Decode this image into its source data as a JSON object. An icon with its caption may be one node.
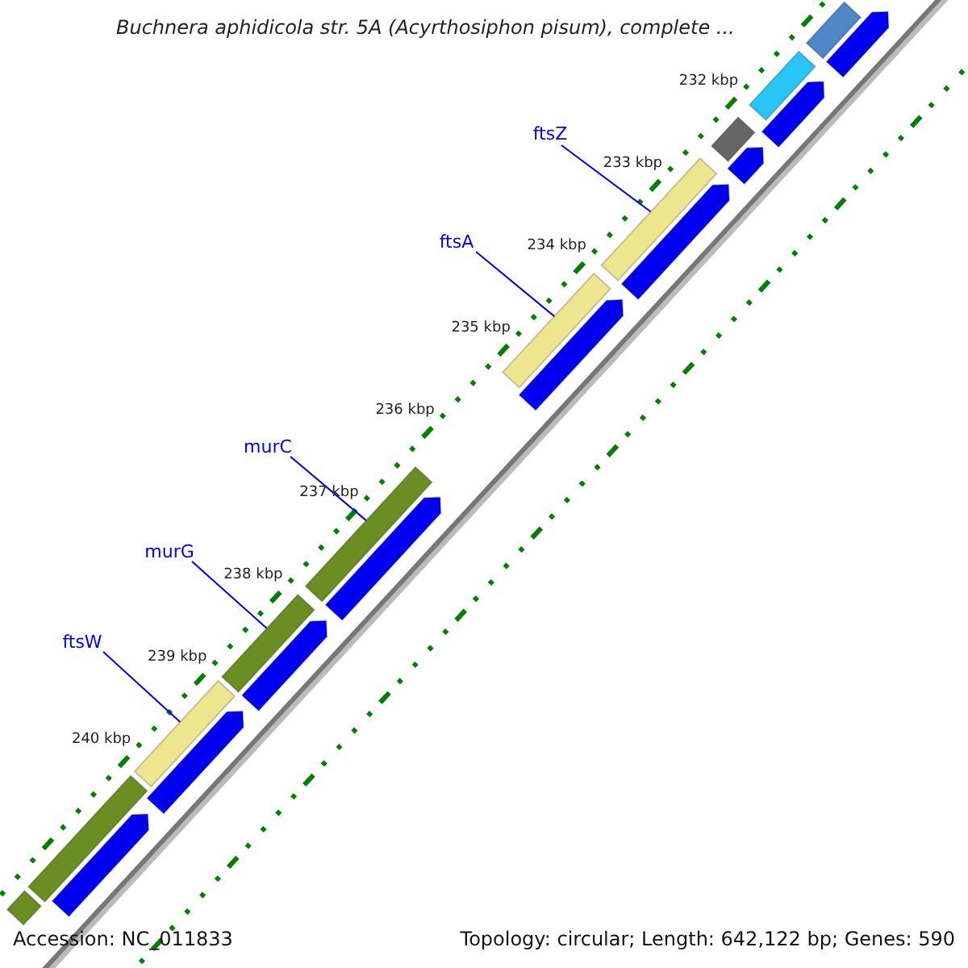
{
  "diagram": {
    "title": "Buchnera aphidicola str. 5A (Acyrthosiphon pisum), complete ...",
    "nodes": [
      {
        "text": [
          "ftsZ"
        ]
      },
      {
        "text": [],
        "shape": "bar"
      },
      {
        "text": [
          "ftsA"
        ]
      },
      {
        "text": [],
        "shape": "bar"
      },
      {
        "text": [
          "murC"
        ]
      },
      {
        "text": [],
        "shape": "bar"
      },
      {
        "text": [
          "murG"
        ]
      },
      {
        "text": [],
        "shape": "bar"
      },
      {
        "text": [
          "ftsW"
        ]
      },
      {
        "text": [],
        "shape": "bar"
      },
      {
        "text": [],
        "shape": "bar"
      },
      {
        "text": [],
        "shape": "bar"
      },
      {
        "text": [],
        "shape": "bar"
      },
      {
        "text": [],
        "shape": "bar"
      },
      {
        "text": [],
        "shape": "bar"
      },
      {
        "text": [],
        "shape": "bar"
      },
      {
        "text": [],
        "shape": "bar"
      },
      {
        "text": [],
        "shape": "bar"
      },
      {
        "text": [],
        "shape": "bar"
      },
      {
        "text": [],
        "shape": "bar"
      },
      {
        "text": [],
        "shape": "bar"
      },
      {
        "text": [],
        "shape": "bar"
      },
      {
        "text": [],
        "shape": "bar"
      },
      {
        "text": [],
        "shape": "bar"
      }
    ],
    "edges": [
      {
        "from": 0,
        "to": 1,
        "arrow": "none"
      },
      {
        "from": 2,
        "to": 3,
        "arrow": "none"
      },
      {
        "from": 4,
        "to": 5,
        "arrow": "none"
      },
      {
        "from": 6,
        "to": 7,
        "arrow": "none"
      },
      {
        "from": 8,
        "to": 9,
        "arrow": "none"
      }
    ],
    "labels": [
      "232 kbp",
      "233 kbp",
      "234 kbp",
      "235 kbp",
      "236 kbp",
      "237 kbp",
      "238 kbp",
      "239 kbp",
      "240 kbp",
      "Accession: NC_011833",
      "Topology: circular; Length: 642,122 bp; Genes: 590"
    ]
  }
}
